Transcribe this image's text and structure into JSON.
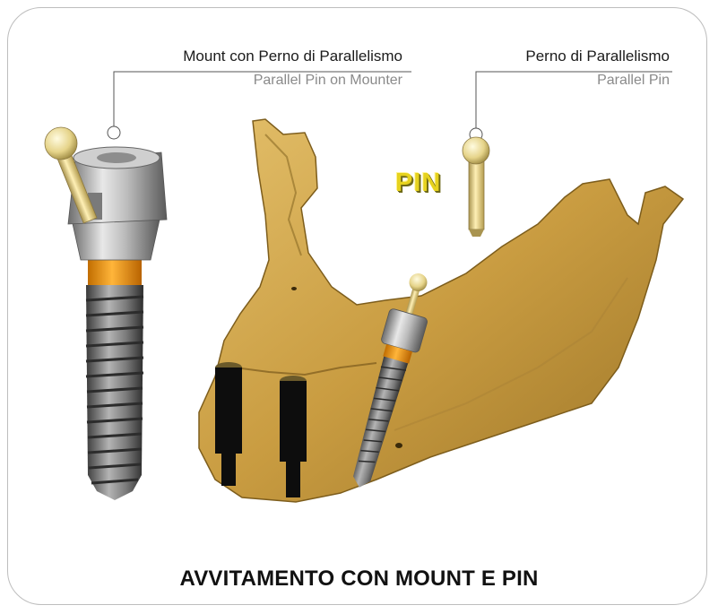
{
  "callouts": {
    "mount": {
      "italian": "Mount con Perno di Parallelismo",
      "english": "Parallel Pin on Mounter"
    },
    "pin": {
      "italian": "Perno di Parallelismo",
      "english": "Parallel Pin"
    }
  },
  "pin_label": "PIN",
  "caption": "AVVITAMENTO CON MOUNT E PIN",
  "colors": {
    "bone": "#c9a04a",
    "bone_dark": "#8a6a25",
    "pin_gold": "#e6d21e",
    "collar_orange": "#f39a12",
    "metal": "#a9a9a9",
    "frame_border": "#bdbdbd"
  }
}
